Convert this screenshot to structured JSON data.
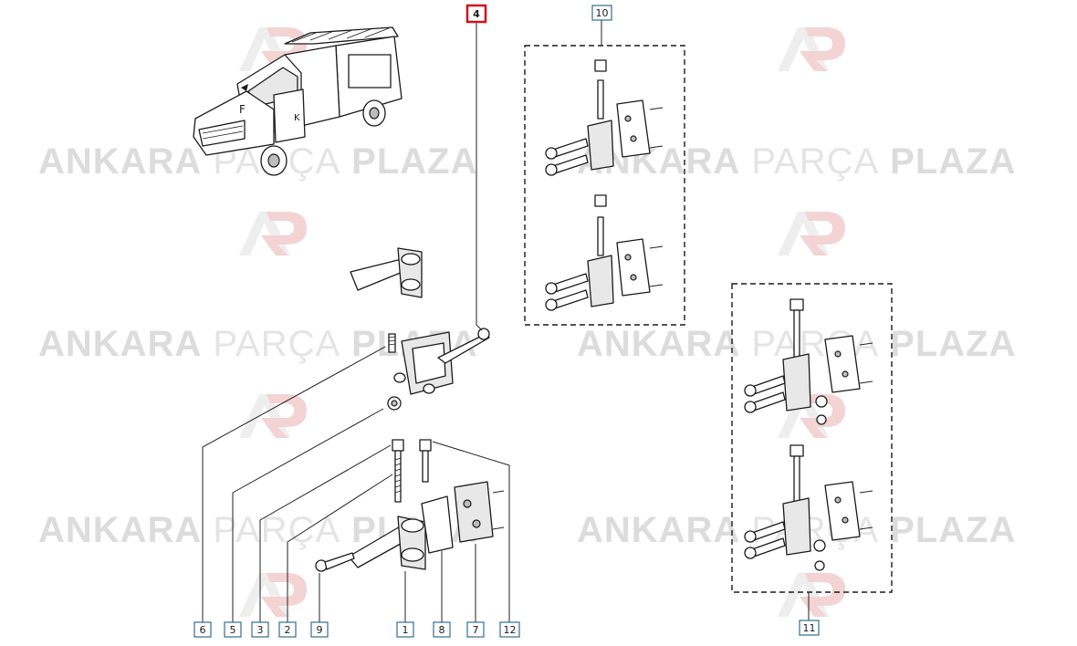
{
  "watermark": {
    "brand_left": "ANKARA",
    "brand_mid": "PARÇA",
    "brand_right": "PLAZA"
  },
  "callouts": [
    {
      "id": "c4",
      "label": "4",
      "highlighted": true
    },
    {
      "id": "c10",
      "label": "10",
      "highlighted": false
    },
    {
      "id": "c11",
      "label": "11",
      "highlighted": false
    },
    {
      "id": "c6",
      "label": "6",
      "highlighted": false
    },
    {
      "id": "c5",
      "label": "5",
      "highlighted": false
    },
    {
      "id": "c3",
      "label": "3",
      "highlighted": false
    },
    {
      "id": "c2",
      "label": "2",
      "highlighted": false
    },
    {
      "id": "c9",
      "label": "9",
      "highlighted": false
    },
    {
      "id": "c1",
      "label": "1",
      "highlighted": false
    },
    {
      "id": "c8",
      "label": "8",
      "highlighted": false
    },
    {
      "id": "c7",
      "label": "7",
      "highlighted": false
    },
    {
      "id": "c12",
      "label": "12",
      "highlighted": false
    }
  ],
  "colors": {
    "highlight": "#d0121b",
    "callout_border": "#2f6f8f",
    "watermark_text": "#dcdcdc",
    "watermark_logo": "#f1c9c9"
  },
  "icons": {
    "vehicle": "van-illustration",
    "logo": "ap-logo-watermark"
  }
}
